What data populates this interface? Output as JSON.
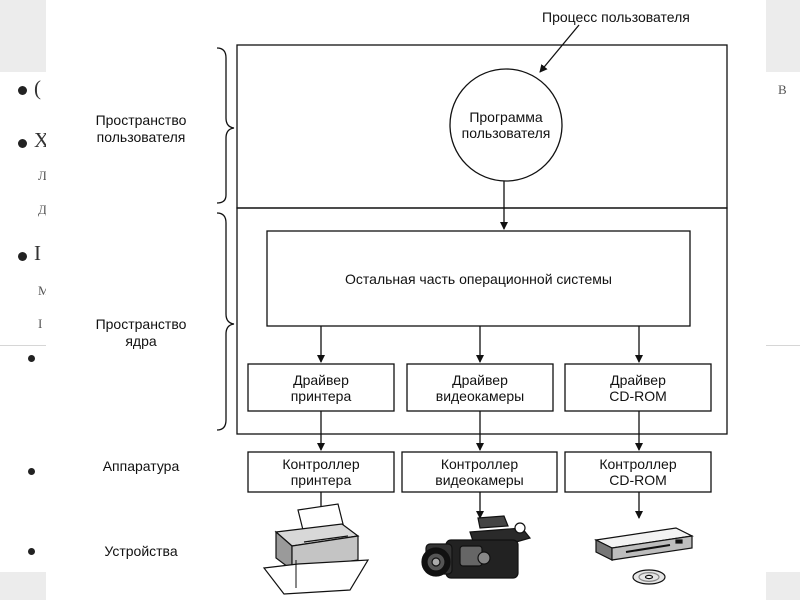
{
  "diagram": {
    "user_process_label": "Процесс пользователя",
    "user_program": [
      "Программа",
      "пользователя"
    ],
    "os_rest": "Остальная часть операционной системы",
    "zones": {
      "user_space": [
        "Пространство",
        "пользователя"
      ],
      "kernel_space": [
        "Пространство",
        "ядра"
      ],
      "hardware": "Аппаратура",
      "devices": "Устройства"
    },
    "drivers": [
      [
        "Драйвер",
        "принтера"
      ],
      [
        "Драйвер",
        "видеокамеры"
      ],
      [
        "Драйвер",
        "CD-ROM"
      ]
    ],
    "controllers": [
      [
        "Контроллер",
        "принтера"
      ],
      [
        "Контроллер",
        "видеокамеры"
      ],
      [
        "Контроллер",
        "CD-ROM"
      ]
    ]
  },
  "background_slide": {
    "ghost_text": [
      "(",
      "В",
      "Х",
      "Л",
      "Д",
      "I",
      "М",
      "I"
    ]
  },
  "icons": [
    "printer-icon",
    "video-camera-icon",
    "cd-rom-drive-icon",
    "compact-disc-icon"
  ]
}
